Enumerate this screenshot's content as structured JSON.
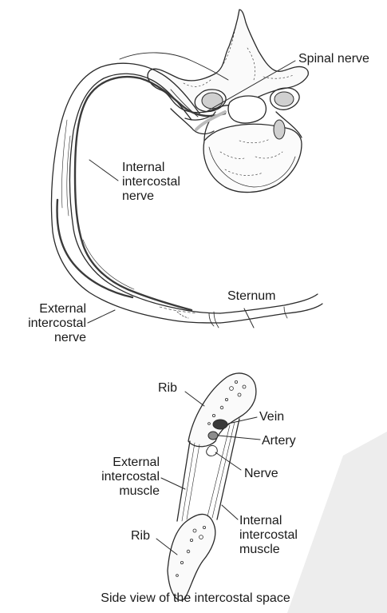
{
  "labels": {
    "spinal_nerve": "Spinal nerve",
    "internal_intercostal_nerve": "Internal\nintercostal\nnerve",
    "sternum": "Sternum",
    "external_intercostal_nerve": "External\nintercostal\nnerve",
    "rib_upper": "Rib",
    "vein": "Vein",
    "artery": "Artery",
    "nerve": "Nerve",
    "external_intercostal_muscle": "External\nintercostal\nmuscle",
    "rib_lower": "Rib",
    "internal_intercostal_muscle": "Internal\nintercostal\nmuscle",
    "caption": "Side view of the intercostal space"
  },
  "colors": {
    "line": "#2a2a2a",
    "fill_light": "#f2f2f2",
    "vein": "#3a3a3a",
    "artery": "#8c8c8c",
    "watermark": "#e9e9e9"
  }
}
